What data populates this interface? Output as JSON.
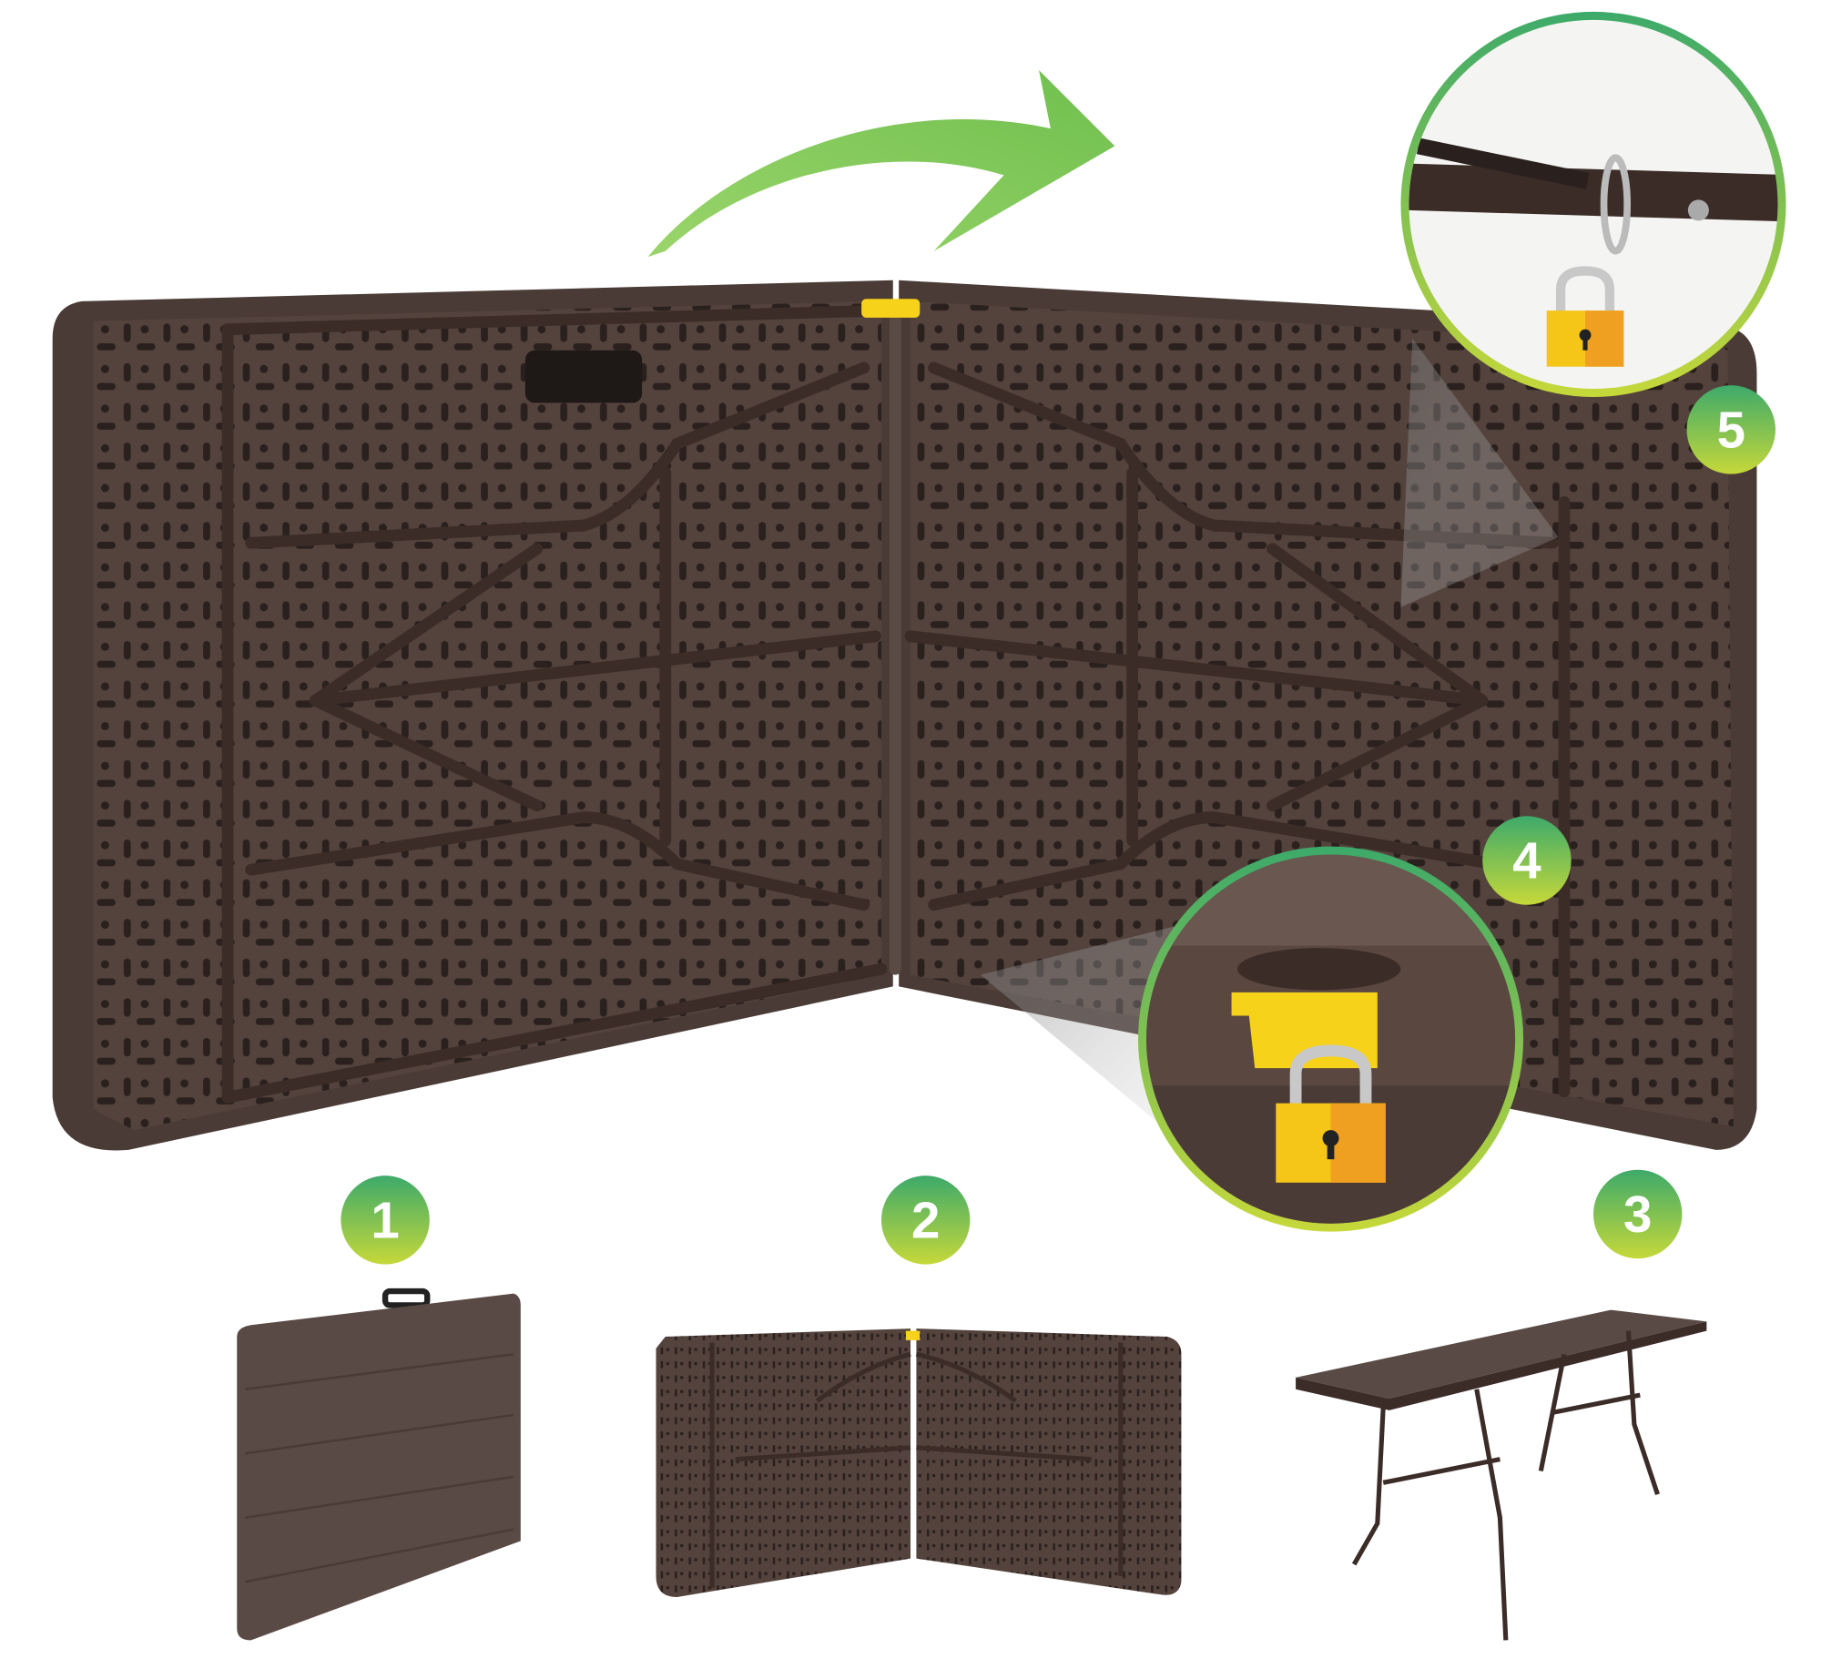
{
  "steps": [
    {
      "number": "1",
      "state": "folded"
    },
    {
      "number": "2",
      "state": "half-open"
    },
    {
      "number": "3",
      "state": "open"
    },
    {
      "number": "4",
      "feature": "center-lock"
    },
    {
      "number": "5",
      "feature": "leg-lock"
    }
  ],
  "colors": {
    "table_brown": "#4a3b36",
    "slot_dark": "#2a201d",
    "frame": "#3b2c27",
    "badge_green_top": "#3daa6a",
    "badge_green_bottom": "#c6d83a",
    "arrow_green": "#7cc24a",
    "lock_yellow": "#f5c518",
    "lock_orange": "#f0a020",
    "clip_yellow": "#f7d21a"
  },
  "icons": [
    "green-arrow-icon",
    "padlock-icon"
  ]
}
